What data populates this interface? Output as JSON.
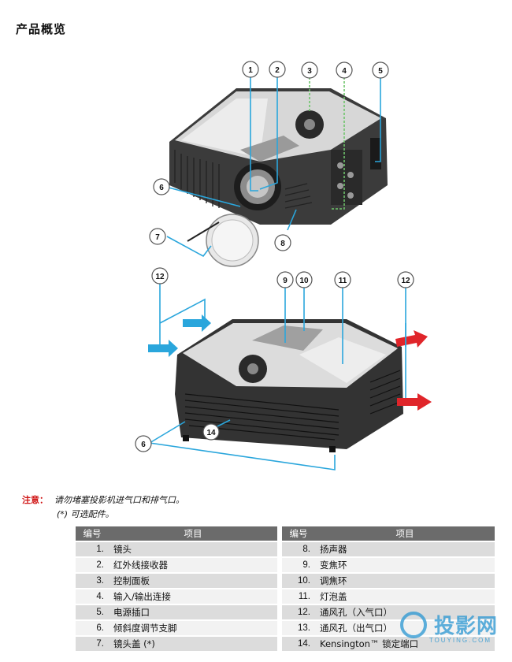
{
  "page_title": "产品概览",
  "callouts_top": [
    "1",
    "2",
    "3",
    "4",
    "5",
    "6",
    "7",
    "8"
  ],
  "callouts_bottom": [
    "12",
    "9",
    "10",
    "11",
    "12",
    "6",
    "14"
  ],
  "note": {
    "label": "注意：",
    "line1": "请勿堵塞投影机进气口和排气口。",
    "line2": "(*) 可选配件。"
  },
  "table_headers": {
    "num": "编号",
    "item": "项目"
  },
  "table_left": [
    {
      "num": "1.",
      "item": "镜头"
    },
    {
      "num": "2.",
      "item": "红外线接收器"
    },
    {
      "num": "3.",
      "item": "控制面板"
    },
    {
      "num": "4.",
      "item": "输入/输出连接"
    },
    {
      "num": "5.",
      "item": "电源插口"
    },
    {
      "num": "6.",
      "item": "倾斜度调节支脚"
    },
    {
      "num": "7.",
      "item": "镜头盖 (*)"
    }
  ],
  "table_right": [
    {
      "num": "8.",
      "item": "扬声器"
    },
    {
      "num": "9.",
      "item": "变焦环"
    },
    {
      "num": "10.",
      "item": "调焦环"
    },
    {
      "num": "11.",
      "item": "灯泡盖"
    },
    {
      "num": "12.",
      "item": "通风孔（入气口）"
    },
    {
      "num": "13.",
      "item": "通风孔（出气口）"
    },
    {
      "num": "14.",
      "item": "Kensington™ 锁定端口"
    }
  ],
  "watermark": {
    "text": "投影网",
    "sub": "TOUYING.COM"
  },
  "colors": {
    "leader": "#2aa6dc",
    "io_dash": "#6ec46b",
    "note_label": "#d01515",
    "table_header": "#6b6b6b",
    "arrow_in": "#2aa6dc",
    "arrow_out": "#e0252a"
  }
}
